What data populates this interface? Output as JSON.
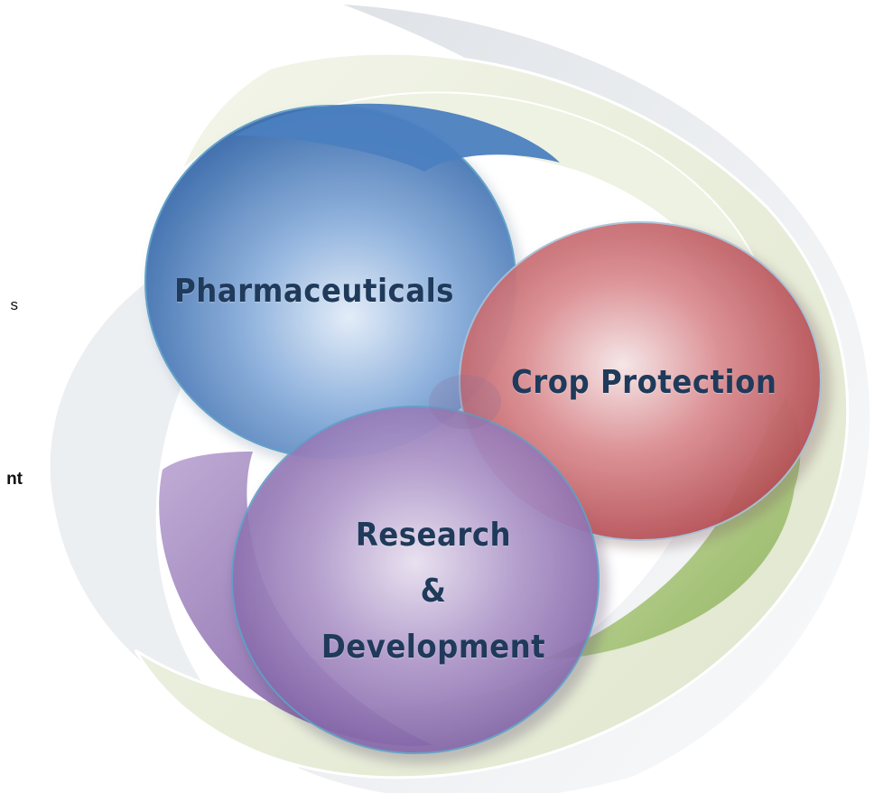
{
  "circles": {
    "pharmaceuticals": {
      "label": "Pharmaceuticals",
      "color": "#4a7fbf"
    },
    "crop_protection": {
      "label": "Crop Protection",
      "color": "#c95a5f"
    },
    "research_development": {
      "line1": "Research",
      "line2": "&",
      "line3": "Development",
      "color": "#8e6bb0"
    }
  },
  "side_fragments": {
    "upper": "s",
    "lower": "nt"
  },
  "colors": {
    "ring_cream": "#e8ecd8",
    "ring_green": "#a7c47a",
    "swirl_purple": "#7a4f9c",
    "label_text": "#1f3a5a"
  }
}
